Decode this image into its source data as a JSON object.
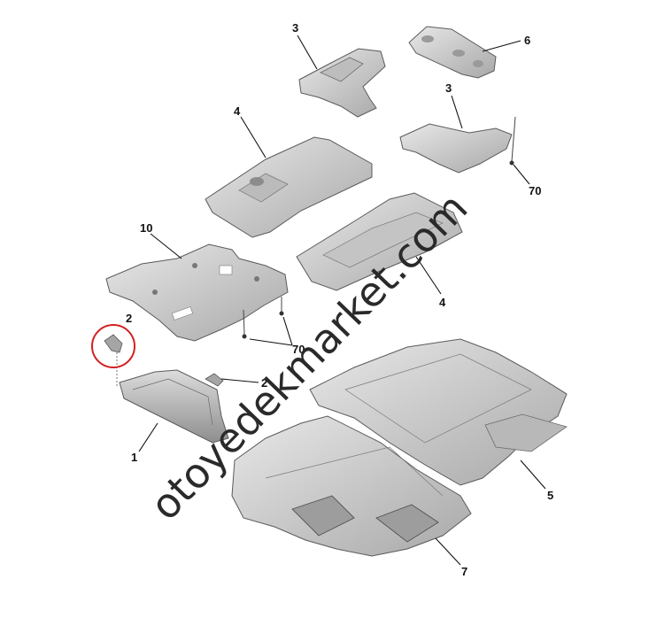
{
  "callouts": {
    "c3a": "3",
    "c6": "6",
    "c3b": "3",
    "c4a": "4",
    "c70a": "70",
    "c10": "10",
    "c4b": "4",
    "c2a": "2",
    "c70b": "70",
    "c2b": "2",
    "c1": "1",
    "c5": "5",
    "c7": "7"
  },
  "watermark": "otoyedekmarket.com",
  "colors": {
    "panel_fill": "#d6d6d6",
    "panel_dark": "#9a9a9a",
    "panel_edge": "#5a5a5a",
    "highlight_circle": "#d32020",
    "callout_text": "#111111"
  }
}
